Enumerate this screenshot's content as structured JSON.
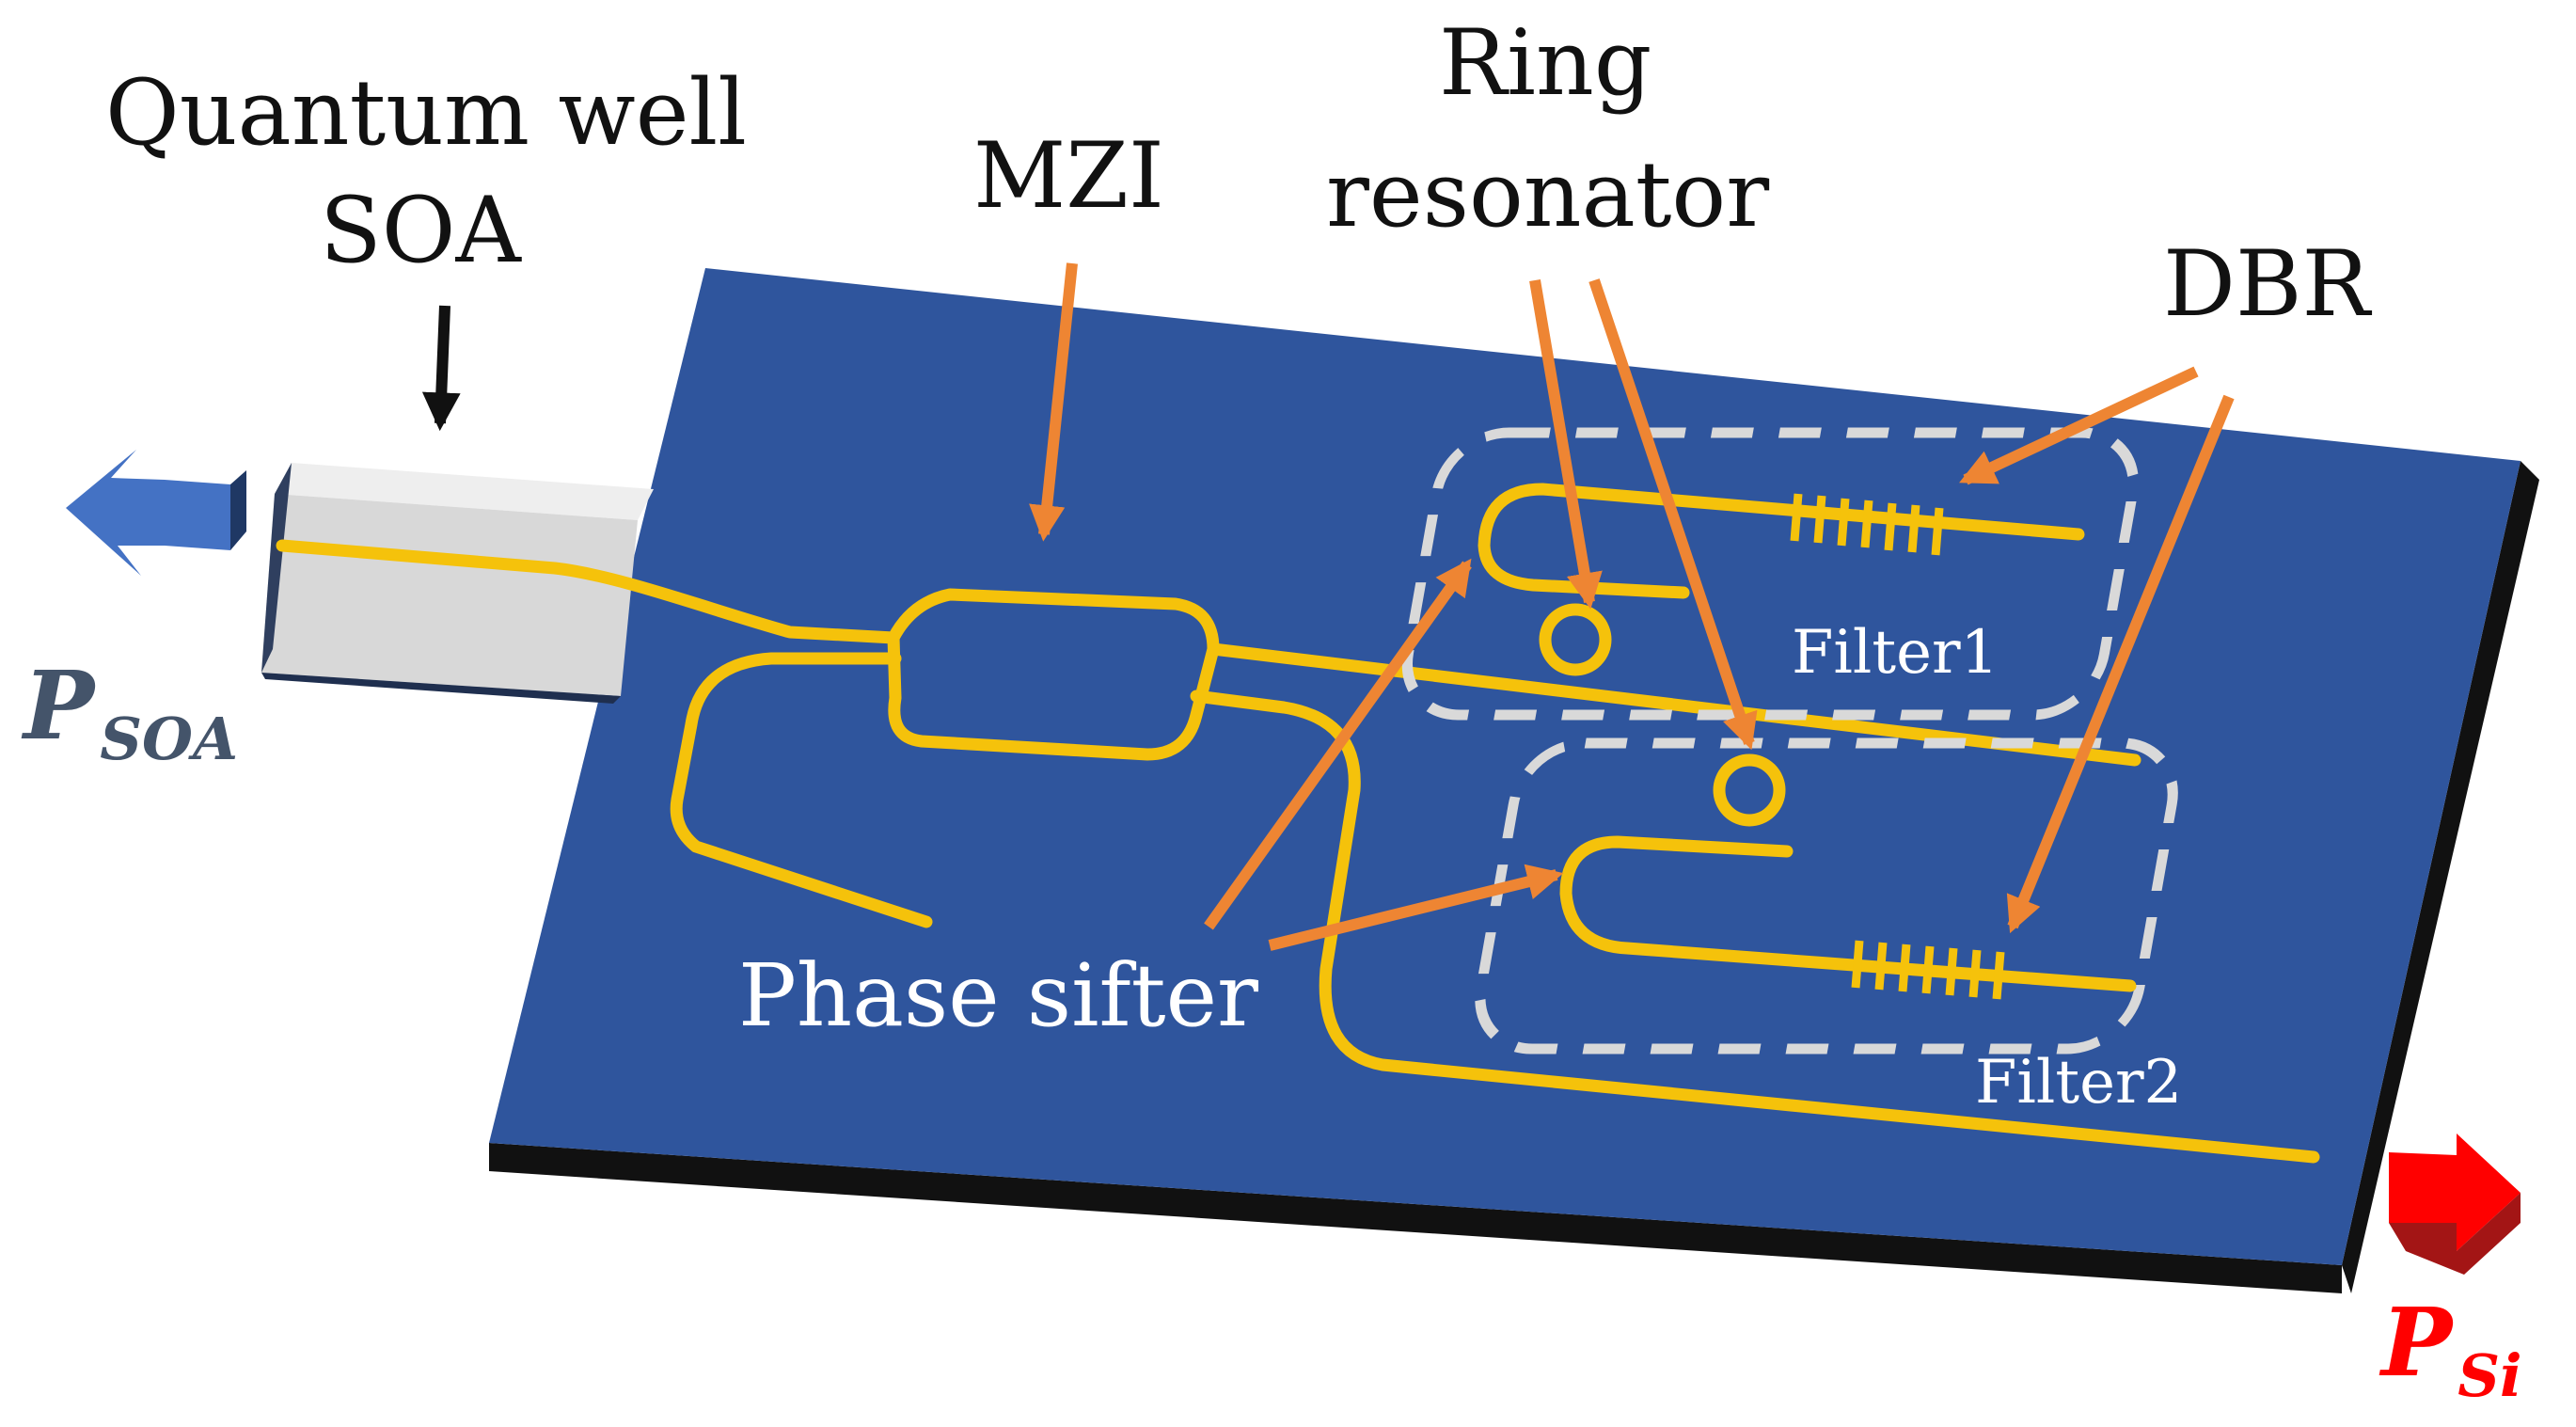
{
  "labels": {
    "soa_line1": "Quantum well",
    "soa_line2": "SOA",
    "mzi": "MZI",
    "ring_line1": "Ring",
    "ring_line2": "resonator",
    "dbr": "DBR",
    "phase": "Phase sifter",
    "filter1": "Filter1",
    "filter2": "Filter2"
  },
  "outputs": {
    "soa_main": "P",
    "soa_sub": "SOA",
    "si_main": "P",
    "si_sub": "Si"
  },
  "colors": {
    "chip": "#2f559d",
    "chip_side": "#111111",
    "waveguide": "#f5c20b",
    "annotation_arrow": "#ee8533",
    "soa_block": "#d8d8d8",
    "p_soa": "#44546a",
    "p_si": "#ff0000",
    "soa_out_arrow": "#4472c4",
    "si_out_arrow": "#ff0000"
  }
}
